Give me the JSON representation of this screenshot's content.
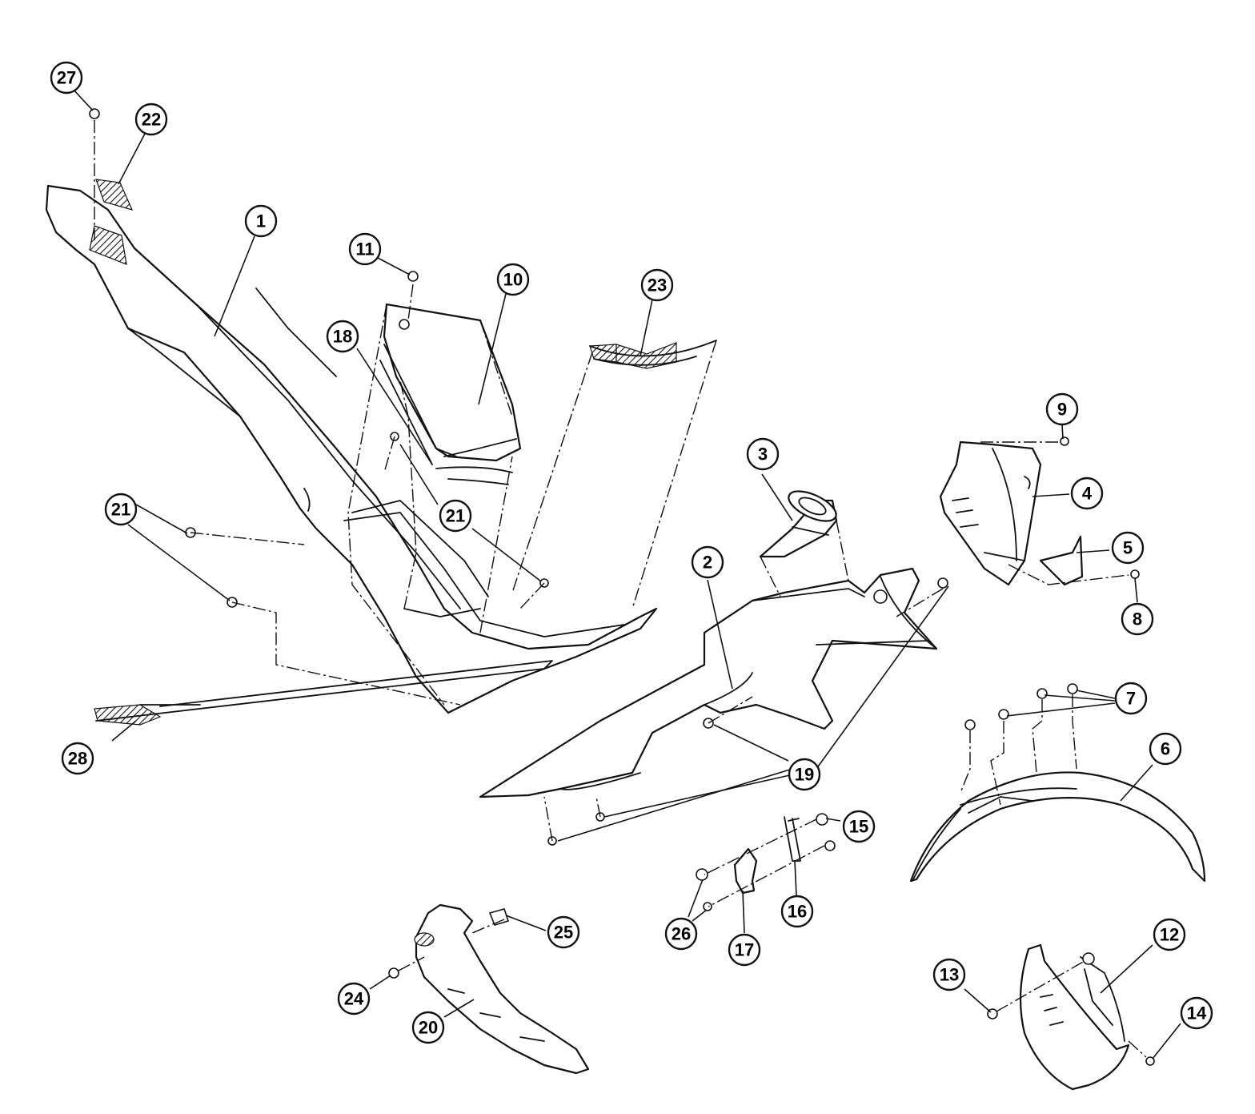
{
  "callouts": [
    {
      "id": "c27",
      "label": "27"
    },
    {
      "id": "c22",
      "label": "22"
    },
    {
      "id": "c1",
      "label": "1"
    },
    {
      "id": "c11",
      "label": "11"
    },
    {
      "id": "c10",
      "label": "10"
    },
    {
      "id": "c23",
      "label": "23"
    },
    {
      "id": "c18",
      "label": "18"
    },
    {
      "id": "c9",
      "label": "9"
    },
    {
      "id": "c3",
      "label": "3"
    },
    {
      "id": "c4",
      "label": "4"
    },
    {
      "id": "c21a",
      "label": "21"
    },
    {
      "id": "c21b",
      "label": "21"
    },
    {
      "id": "c5",
      "label": "5"
    },
    {
      "id": "c2",
      "label": "2"
    },
    {
      "id": "c8",
      "label": "8"
    },
    {
      "id": "c7",
      "label": "7"
    },
    {
      "id": "c28",
      "label": "28"
    },
    {
      "id": "c6",
      "label": "6"
    },
    {
      "id": "c19",
      "label": "19"
    },
    {
      "id": "c15",
      "label": "15"
    },
    {
      "id": "c16",
      "label": "16"
    },
    {
      "id": "c26",
      "label": "26"
    },
    {
      "id": "c17",
      "label": "17"
    },
    {
      "id": "c25",
      "label": "25"
    },
    {
      "id": "c12",
      "label": "12"
    },
    {
      "id": "c13",
      "label": "13"
    },
    {
      "id": "c14",
      "label": "14"
    },
    {
      "id": "c24",
      "label": "24"
    },
    {
      "id": "c20",
      "label": "20"
    }
  ]
}
